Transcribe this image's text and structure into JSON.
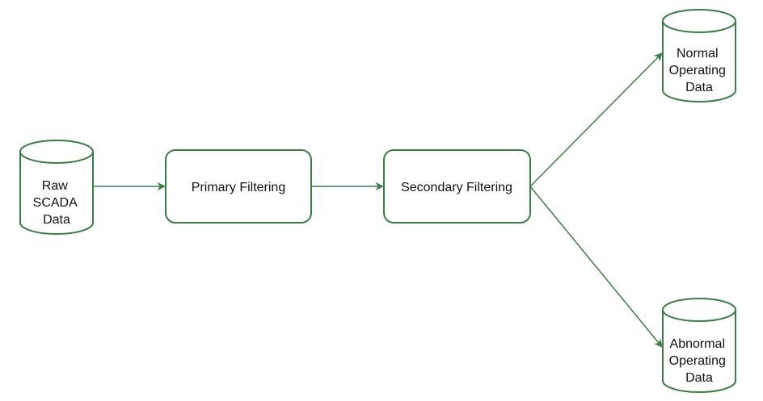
{
  "colors": {
    "stroke": "#3a7d44",
    "text": "#111111",
    "background": "#ffffff"
  },
  "nodes": {
    "raw": {
      "type": "data-store",
      "lines": [
        "Raw",
        "SCADA",
        "Data"
      ]
    },
    "primary": {
      "type": "process",
      "label": "Primary Filtering"
    },
    "secondary": {
      "type": "process",
      "label": "Secondary Filtering"
    },
    "normal": {
      "type": "data-store",
      "lines": [
        "Normal",
        "Operating",
        "Data"
      ]
    },
    "abnormal": {
      "type": "data-store",
      "lines": [
        "Abnormal",
        "Operating",
        "Data"
      ]
    }
  },
  "edges": [
    {
      "from": "raw",
      "to": "primary"
    },
    {
      "from": "primary",
      "to": "secondary"
    },
    {
      "from": "secondary",
      "to": "normal"
    },
    {
      "from": "secondary",
      "to": "abnormal"
    }
  ]
}
